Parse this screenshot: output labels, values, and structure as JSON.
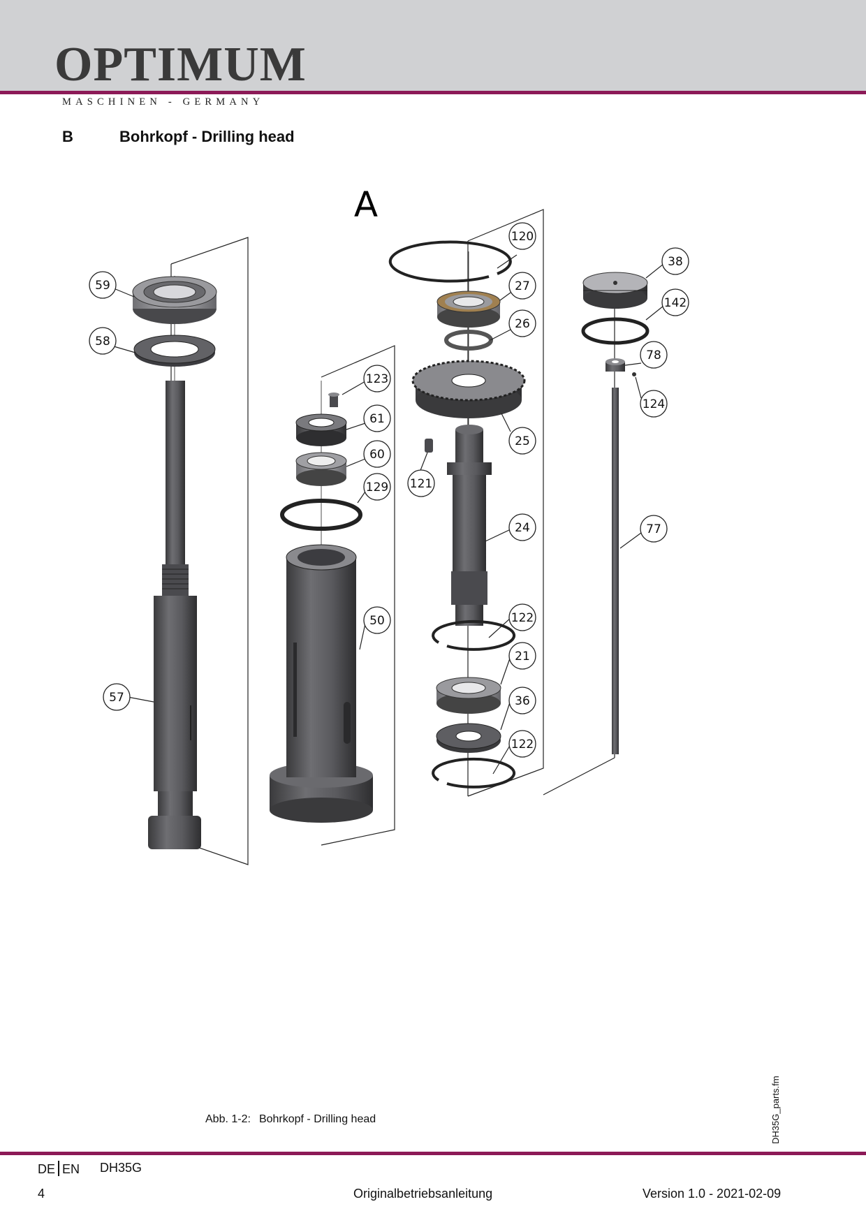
{
  "header": {
    "brand": "OPTIMUM",
    "registered_mark": "®",
    "tagline": "MASCHINEN - GERMANY",
    "accent_color": "#8c1a57",
    "band_color": "#d0d1d3"
  },
  "section": {
    "letter": "B",
    "title": "Bohrkopf - Drilling head"
  },
  "diagram": {
    "group_label": "A",
    "part_numbers": [
      "120",
      "38",
      "59",
      "27",
      "142",
      "26",
      "58",
      "78",
      "123",
      "124",
      "61",
      "25",
      "60",
      "121",
      "129",
      "24",
      "77",
      "50",
      "122",
      "21",
      "57",
      "36",
      "122"
    ]
  },
  "caption": {
    "number": "Abb. 1-2:",
    "text": "Bohrkopf - Drilling head"
  },
  "side_label": "DH35G_parts.fm",
  "footer": {
    "lang_de": "DE",
    "lang_en": "EN",
    "model": "DH35G",
    "page": "4",
    "doc_type": "Originalbetriebsanleitung",
    "version": "Version 1.0 - 2021-02-09"
  }
}
